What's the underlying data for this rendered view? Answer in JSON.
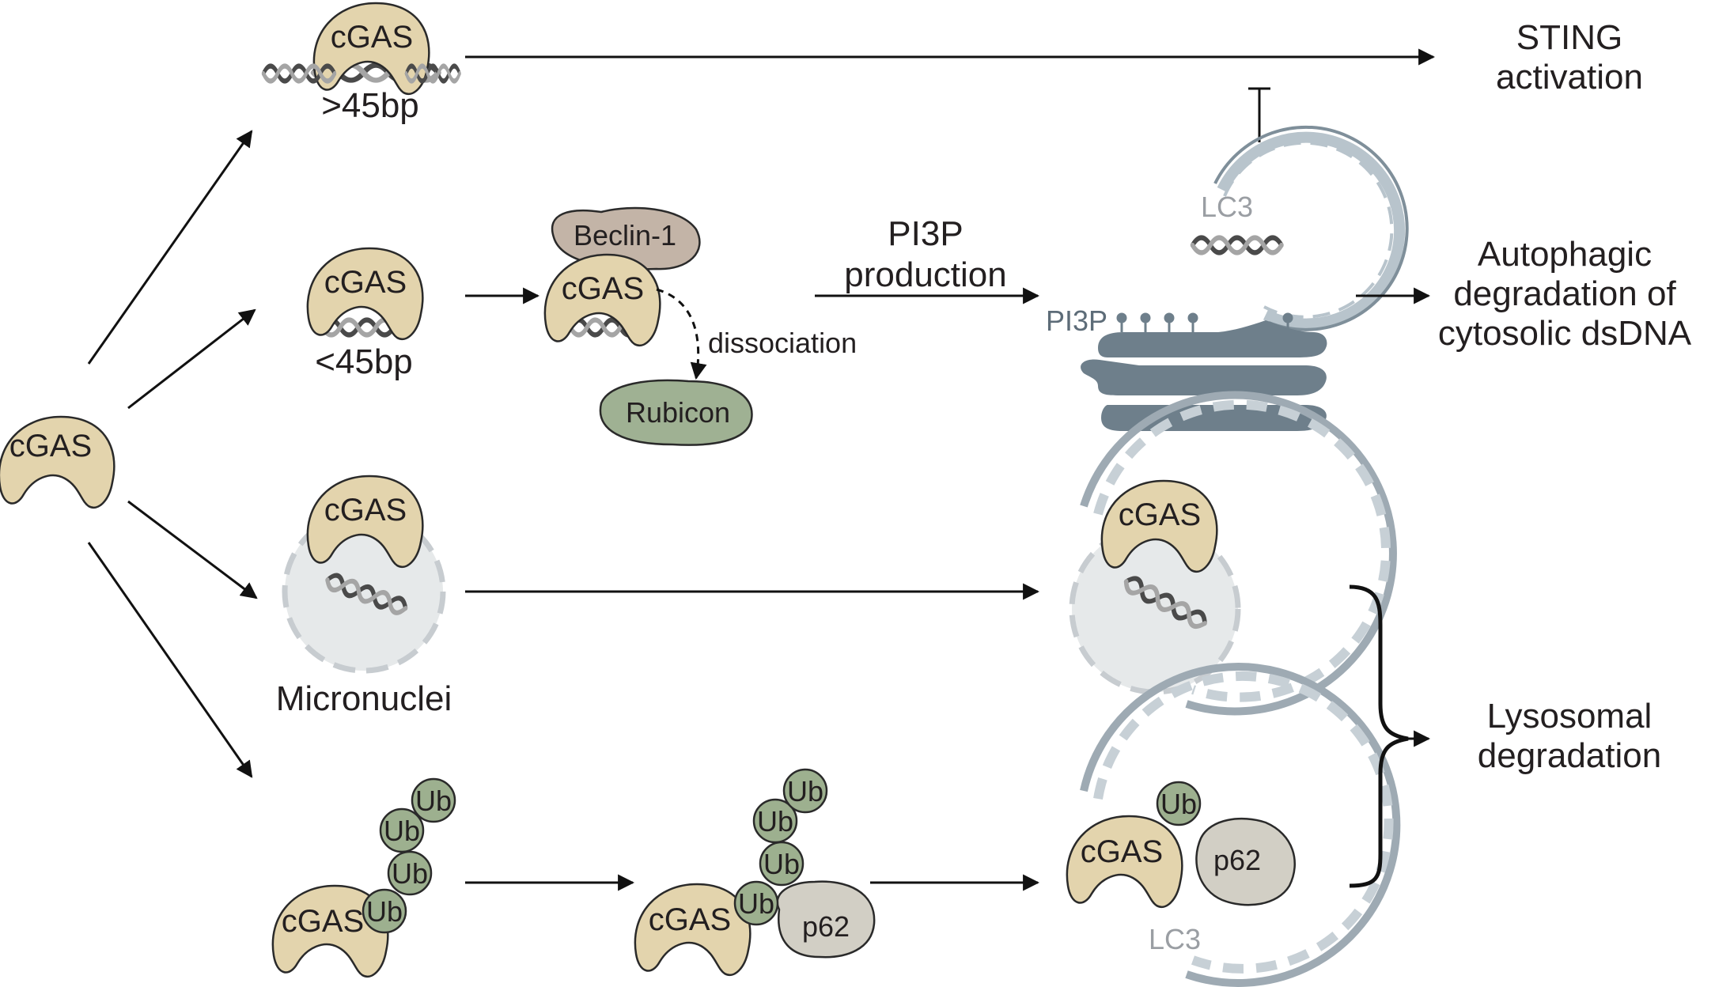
{
  "labels": {
    "cgas": "cGAS",
    "gt45bp": ">45bp",
    "lt45bp": "<45bp",
    "beclin": "Beclin-1",
    "rubicon": "Rubicon",
    "dissociation": "dissociation",
    "pi3p_production_1": "PI3P",
    "pi3p_production_2": "production",
    "pi3p": "PI3P",
    "lc3": "LC3",
    "micronuclei": "Micronuclei",
    "ub": "Ub",
    "p62": "p62",
    "sting_1": "STING",
    "sting_2": "activation",
    "autophagic_1": "Autophagic",
    "autophagic_2": "degradation of",
    "autophagic_3": "cytosolic dsDNA",
    "lysosomal_1": "Lysosomal",
    "lysosomal_2": "degradation"
  },
  "colors": {
    "cgas": "#e3d4ad",
    "beclin": "#c3b4a7",
    "rubicon": "#9fb193",
    "ub": "#9db08f",
    "p62": "#d2cfc5",
    "membrane": "#6e7f8b",
    "membrane_light": "#b8c4cc",
    "micronucleus": "#e6e9ea",
    "dna": "#555555"
  }
}
